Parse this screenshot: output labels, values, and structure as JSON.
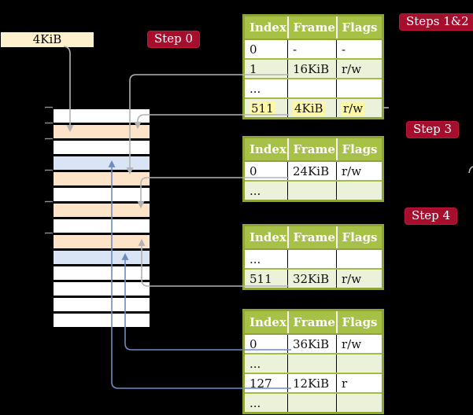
{
  "frame_box": {
    "label": "4KiB"
  },
  "step_labels": {
    "step0": "Step 0",
    "steps_1_2": "Steps 1&2",
    "step3": "Step 3",
    "step4": "Step 4"
  },
  "memory_column": {
    "description": "physical memory frames, top row = lowest address",
    "rows": [
      "free",
      "page-table",
      "free",
      "mapped-page",
      "page-table",
      "free",
      "page-table",
      "free",
      "page-table",
      "mapped-page",
      "free",
      "free",
      "free",
      "free"
    ]
  },
  "page_tables": {
    "headers": [
      "Index",
      "Frame",
      "Flags"
    ],
    "table1": {
      "rows": [
        {
          "index": "0",
          "frame": "-",
          "flags": "-"
        },
        {
          "index": "1",
          "frame": "16KiB",
          "flags": "r/w"
        },
        {
          "index": "...",
          "frame": "",
          "flags": ""
        },
        {
          "index": "511",
          "frame": "4KiB",
          "flags": "r/w",
          "highlighted": true
        }
      ]
    },
    "table2": {
      "rows": [
        {
          "index": "0",
          "frame": "24KiB",
          "flags": "r/w"
        },
        {
          "index": "...",
          "frame": "",
          "flags": ""
        }
      ]
    },
    "table3": {
      "rows": [
        {
          "index": "...",
          "frame": "",
          "flags": ""
        },
        {
          "index": "511",
          "frame": "32KiB",
          "flags": "r/w"
        }
      ]
    },
    "table4": {
      "rows": [
        {
          "index": "0",
          "frame": "36KiB",
          "flags": "r/w"
        },
        {
          "index": "...",
          "frame": "",
          "flags": ""
        },
        {
          "index": "127",
          "frame": "12KiB",
          "flags": "r"
        },
        {
          "index": "...",
          "frame": "",
          "flags": ""
        }
      ]
    }
  },
  "colors": {
    "background": "#000000",
    "frame_box_bg": "#fdf0cd",
    "step_label_bg": "#a60e2d",
    "table_header_bg": "#a6c145",
    "table_border": "#8fa437",
    "row_alt_bg": "#ecf1d9",
    "highlight_yellow": "#fdf7a6",
    "memory_free": "#ffffff",
    "memory_page_table": "#fde3c7",
    "memory_mapped_page": "#d9e5f5",
    "connector_gray": "#b3b3b3",
    "connector_blue": "#6d8cbf"
  }
}
